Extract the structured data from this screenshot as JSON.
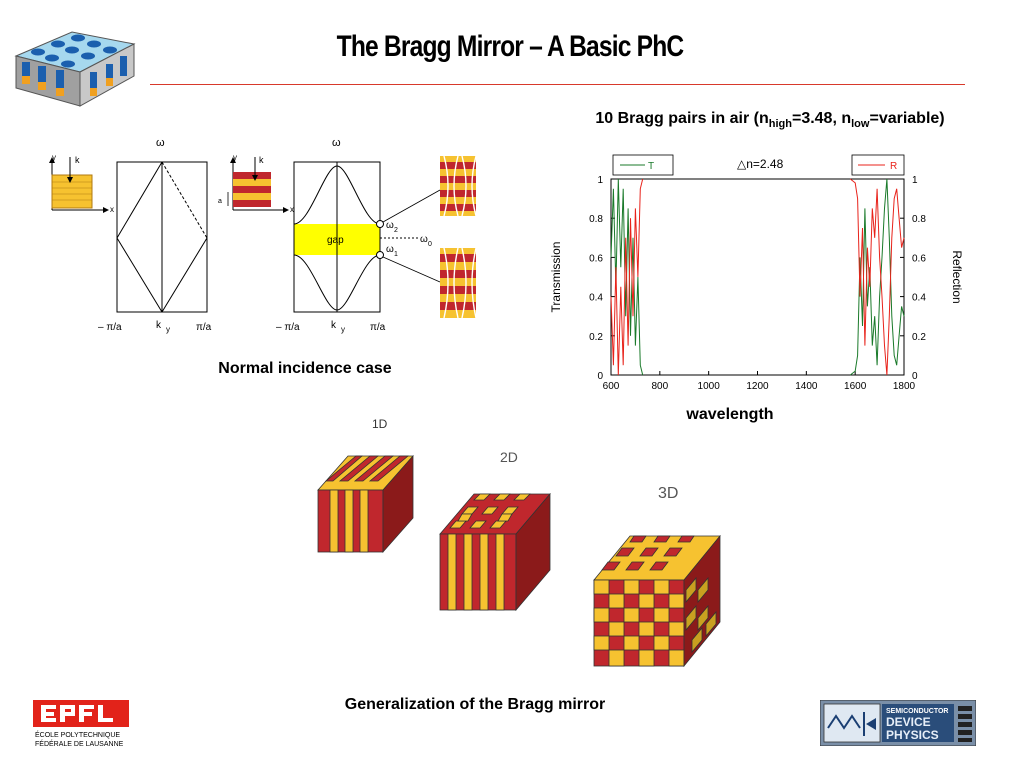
{
  "slide": {
    "title": "The Bragg Mirror – A Basic PhC",
    "normal_caption": "Normal incidence case",
    "generalization_caption": "Generalization of the Bragg mirror"
  },
  "band_diagram": {
    "omega": "ω",
    "axis_y": "y",
    "axis_x": "x",
    "k": "k",
    "a": "a",
    "minus_pi_a": "– π/a",
    "ky": "k",
    "ky_sub": "y",
    "pi_a": "π/a",
    "gap": "gap",
    "omega2": "ω",
    "omega2_sub": "2",
    "omega1": "ω",
    "omega1_sub": "1",
    "omega0": "ω",
    "omega0_sub": "0"
  },
  "crystal_labels": {
    "one_d": "1D",
    "two_d": "2D",
    "three_d": "3D"
  },
  "colors": {
    "brick_red": "#c0272d",
    "stripe_yellow": "#f6c230",
    "gap_yellow": "#ffff00",
    "transmission": "#1a7a2a",
    "reflection": "#e8231b",
    "title_rule": "#d8392b"
  },
  "chart_title": {
    "prefix": "10 Bragg pairs in air (n",
    "sub_high": "high",
    "mid": "=3.48, n",
    "sub_low": "low",
    "suffix": "=variable)"
  },
  "chart_data": {
    "type": "line",
    "title": "10 Bragg pairs in air (n_high=3.48, n_low=variable)",
    "annotation": "△n=2.48",
    "xlabel": "wavelength",
    "ylabel_left": "Transmission",
    "ylabel_right": "Reflection",
    "xlim": [
      600,
      1800
    ],
    "ylim": [
      0,
      1
    ],
    "x_ticks": [
      600,
      800,
      1000,
      1200,
      1400,
      1600,
      1800
    ],
    "y_ticks": [
      0,
      0.2,
      0.4,
      0.6,
      0.8,
      1
    ],
    "legend": [
      "T",
      "R"
    ],
    "series": [
      {
        "name": "T",
        "color": "#1a7a2a",
        "x": [
          600,
          610,
          620,
          630,
          640,
          650,
          660,
          670,
          680,
          690,
          700,
          710,
          720,
          730,
          1580,
          1600,
          1610,
          1620,
          1630,
          1640,
          1650,
          1660,
          1670,
          1680,
          1690,
          1700,
          1710,
          1720,
          1730,
          1740,
          1750,
          1760,
          1770,
          1780,
          1790,
          1800
        ],
        "y": [
          0.6,
          0.95,
          0.45,
          1.0,
          0.55,
          0.95,
          0.3,
          0.85,
          0.2,
          0.7,
          0.15,
          0.5,
          0.05,
          0.0,
          0.0,
          0.02,
          0.1,
          0.6,
          0.25,
          0.85,
          0.35,
          0.55,
          0.15,
          0.3,
          0.05,
          0.4,
          0.6,
          0.85,
          1.0,
          0.7,
          0.3,
          0.1,
          0.05,
          0.2,
          0.35,
          0.3
        ]
      },
      {
        "name": "R",
        "color": "#e8231b",
        "x": [
          600,
          610,
          620,
          630,
          640,
          650,
          660,
          670,
          680,
          690,
          700,
          710,
          720,
          730,
          1580,
          1600,
          1610,
          1620,
          1630,
          1640,
          1650,
          1660,
          1670,
          1680,
          1690,
          1700,
          1710,
          1720,
          1730,
          1740,
          1750,
          1760,
          1770,
          1780,
          1790,
          1800
        ],
        "y": [
          0.4,
          0.05,
          0.55,
          0.0,
          0.45,
          0.05,
          0.7,
          0.15,
          0.8,
          0.3,
          0.85,
          0.5,
          0.95,
          1.0,
          1.0,
          0.98,
          0.9,
          0.4,
          0.75,
          0.15,
          0.65,
          0.45,
          0.85,
          0.7,
          0.95,
          0.6,
          0.4,
          0.15,
          0.0,
          0.3,
          0.7,
          0.9,
          0.95,
          0.8,
          0.65,
          0.7
        ]
      }
    ]
  },
  "logos": {
    "epfl_lines": [
      "ÉCOLE POLYTECHNIQUE",
      "FÉDÉRALE DE LAUSANNE"
    ],
    "device_physics_lines": [
      "SEMICONDUCTOR",
      "DEVICE",
      "PHYSICS"
    ]
  }
}
